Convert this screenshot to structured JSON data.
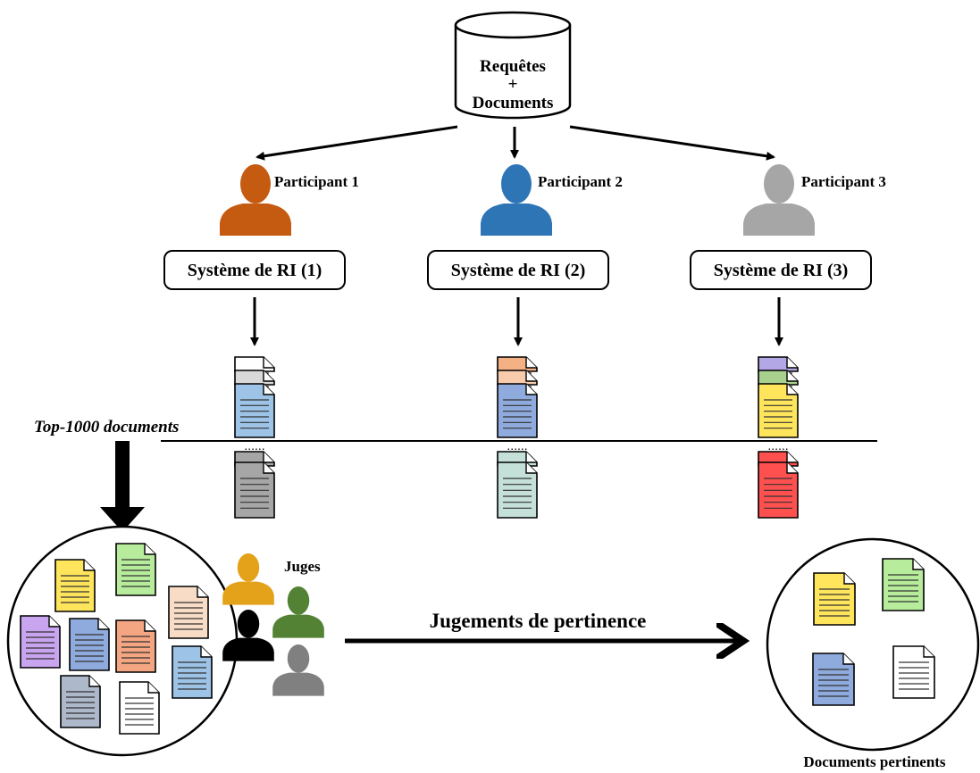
{
  "database": {
    "line1": "Requêtes",
    "line2": "+",
    "line3": "Documents"
  },
  "participants": [
    {
      "label": "Participant 1",
      "system": "Système de RI (1)",
      "color": "#c55a11",
      "top_docs": [
        "#ffffff",
        "#d9d9d9",
        "#9dc3e6"
      ],
      "bottom_doc": "#a6a6a6"
    },
    {
      "label": "Participant 2",
      "system": "Système de RI (2)",
      "color": "#2e75b6",
      "top_docs": [
        "#f4b183",
        "#f8cbad",
        "#8faadc"
      ],
      "bottom_doc": "#c5e0d9"
    },
    {
      "label": "Participant 3",
      "system": "Système de RI (3)",
      "color": "#a6a6a6",
      "top_docs": [
        "#b4a7e5",
        "#a9d18e",
        "#ffe55c"
      ],
      "bottom_doc": "#ff5050"
    }
  ],
  "top_label": "Top-1000 documents",
  "judges_label": "Juges",
  "judges_colors": [
    "#e3a21a",
    "#548235",
    "#000000",
    "#808080"
  ],
  "judgement_label": "Jugements de pertinence",
  "relevant_label": "Documents pertinents",
  "pool_doc_colors": [
    "#ffe55c",
    "#b6ec9b",
    "#f8dcc6",
    "#c9a5f0",
    "#8faadc",
    "#f4a582",
    "#9dc3e6",
    "#adb9ca",
    "#ffffff"
  ],
  "relevant_doc_colors": [
    "#ffe55c",
    "#b6ec9b",
    "#8faadc",
    "#ffffff"
  ]
}
